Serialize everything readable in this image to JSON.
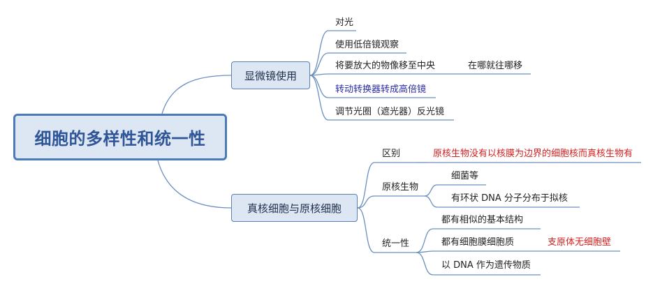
{
  "root": {
    "label": "细胞的多样性和统一性"
  },
  "branch1": {
    "label": "显微镜使用",
    "items": [
      {
        "label": "对光"
      },
      {
        "label": "使用低倍镜观察"
      },
      {
        "label": "将要放大的物像移至中央",
        "note": "在哪就往哪移"
      },
      {
        "label": "转动转换器转成高倍镜",
        "emphasis": "blue"
      },
      {
        "label": "调节光圈（遮光器）反光镜"
      }
    ]
  },
  "branch2": {
    "label": "真核细胞与原核细胞",
    "groups": [
      {
        "label": "区别",
        "items": [
          {
            "label": "原核生物没有以核膜为边界的细胞核而真核生物有",
            "emphasis": "red"
          }
        ]
      },
      {
        "label": "原核生物",
        "items": [
          {
            "label": "细菌等"
          },
          {
            "label": "有环状 DNA 分子分布于拟核"
          }
        ]
      },
      {
        "label": "统一性",
        "items": [
          {
            "label": "都有相似的基本结构"
          },
          {
            "label": "都有细胞膜细胞质",
            "note": "支原体无细胞壁",
            "note_emphasis": "red"
          },
          {
            "label": "以 DNA 作为遗传物质"
          }
        ]
      }
    ]
  },
  "colors": {
    "connector": "#6a8fc0",
    "root_fill": "#dde7f4",
    "root_border": "#4a7ab8",
    "topic_border": "#5a7fb0",
    "blue_text": "#2a2aa8",
    "red_text": "#d42020"
  }
}
